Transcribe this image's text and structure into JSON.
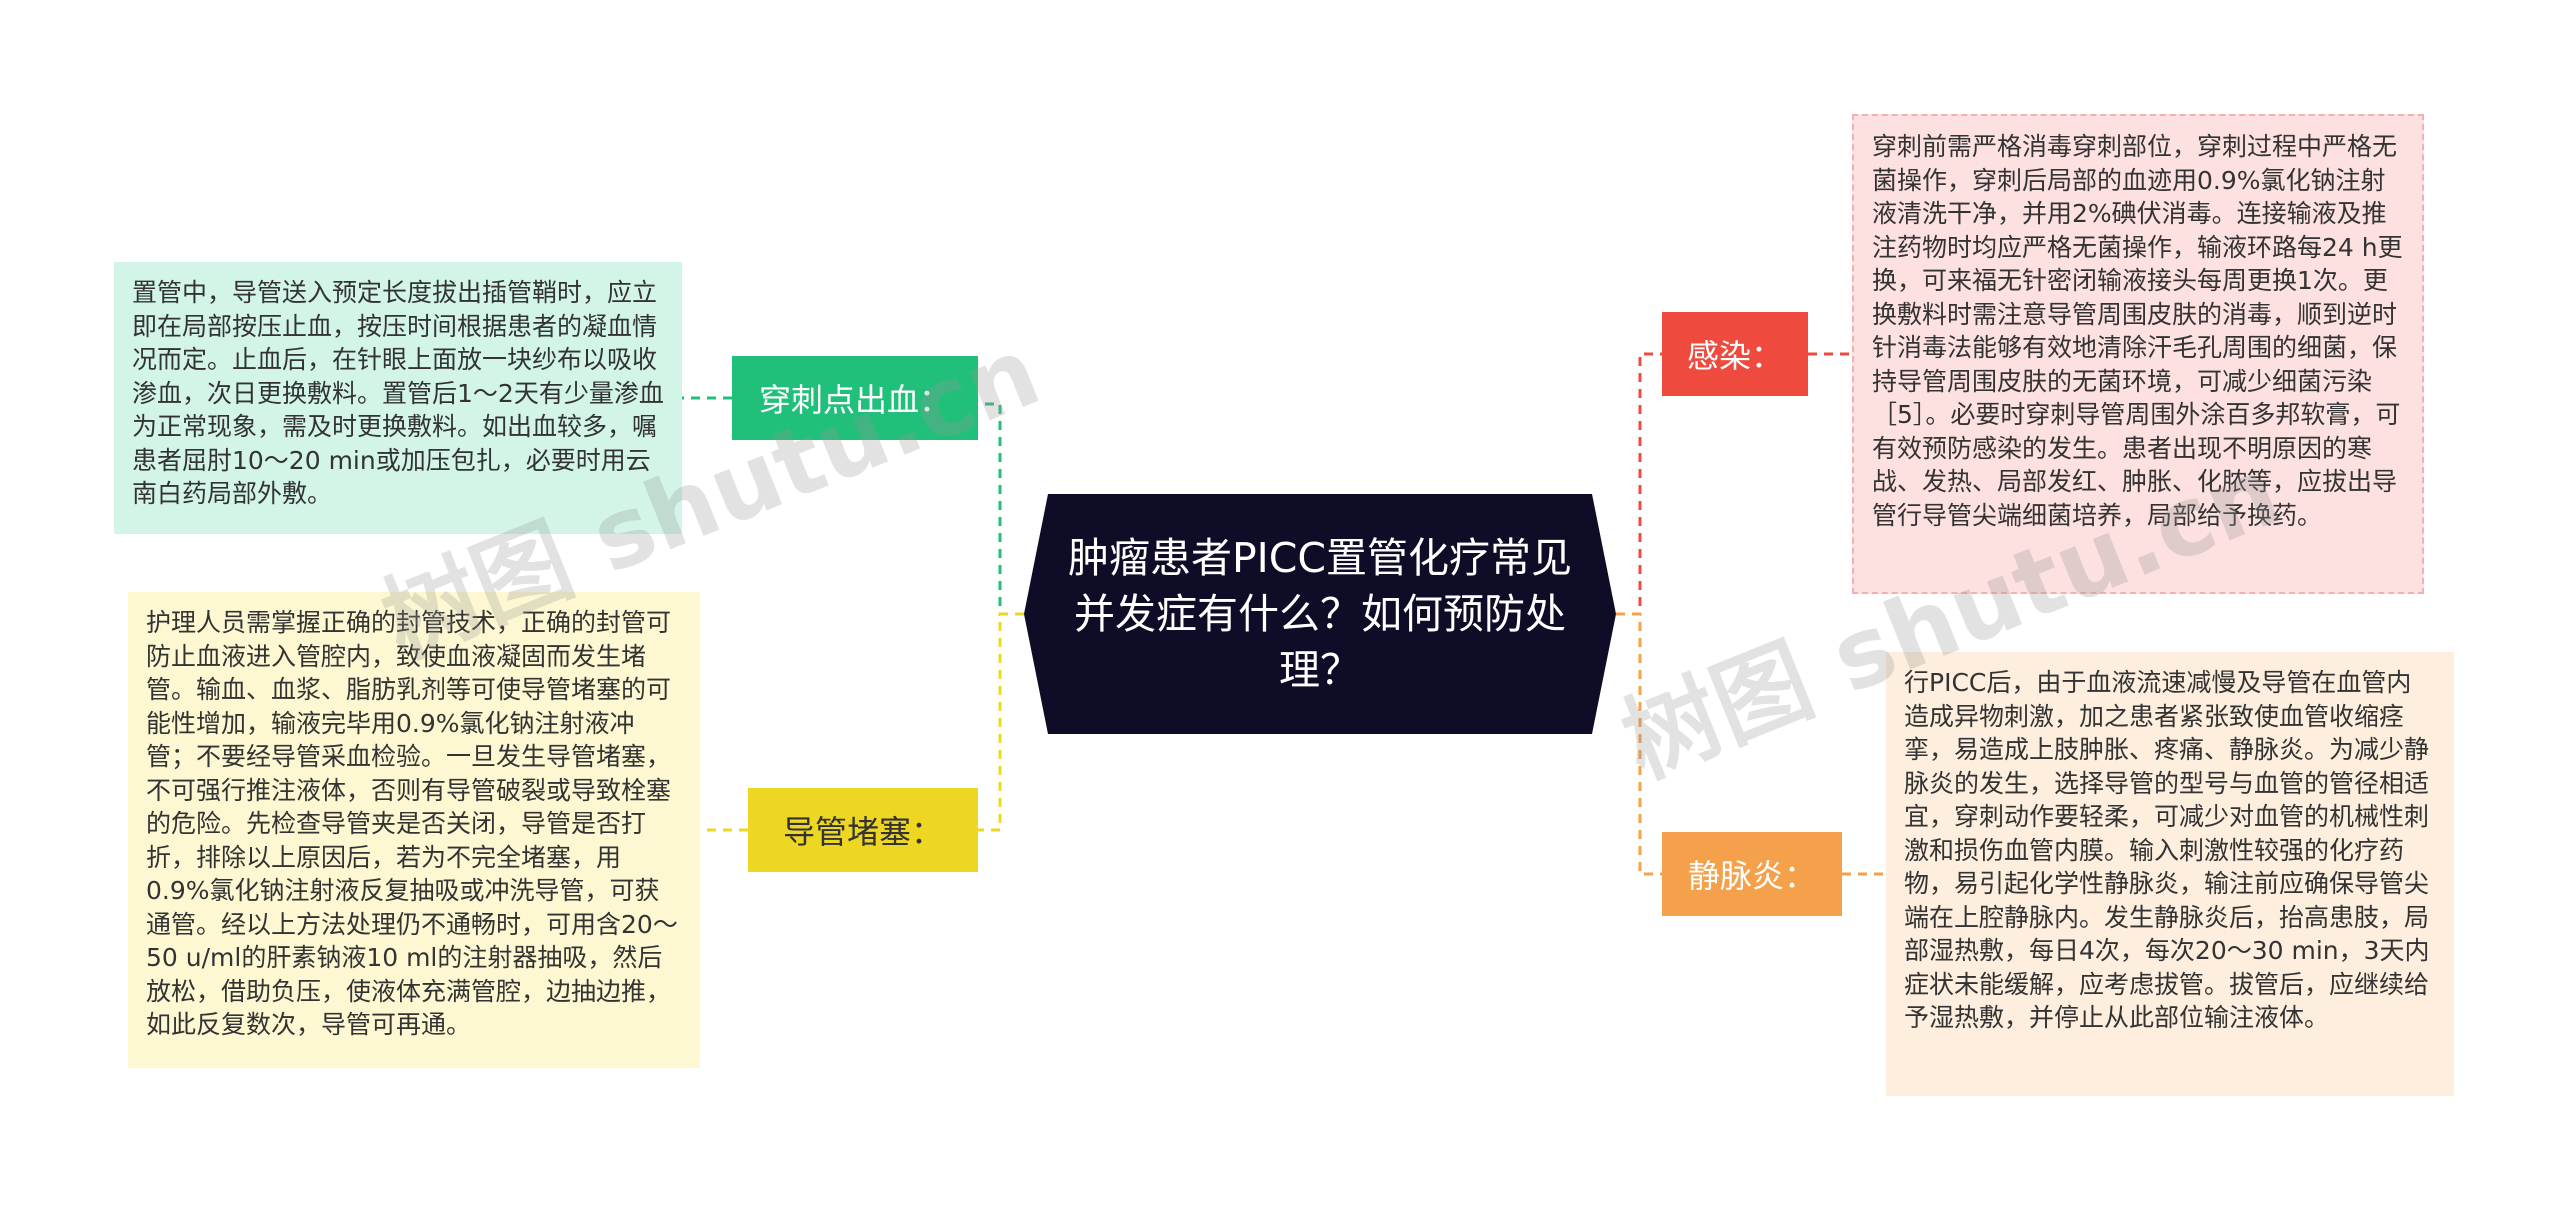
{
  "central_topic": "肿瘤患者PICC置管化疗常见并发症有什么？如何预防处理？",
  "colors": {
    "center_bg": "#0f0c27",
    "bleeding": "#21c07a",
    "blockage": "#eed722",
    "infection": "#ee4a3d",
    "phlebitis": "#f5a04a",
    "bleeding_bg": "#d2f5e8",
    "blockage_bg": "#fdf8d2",
    "infection_bg": "#fde0e0",
    "phlebitis_bg": "#fdeedd"
  },
  "branches": {
    "bleeding": {
      "label": "穿刺点出血：",
      "detail": "置管中，导管送入预定长度拔出插管鞘时，应立即在局部按压止血，按压时间根据患者的凝血情况而定。止血后，在针眼上面放一块纱布以吸收渗血，次日更换敷料。置管后1～2天有少量渗血为正常现象，需及时更换敷料。如出血较多，嘱患者屈肘10～20 min或加压包扎，必要时用云南白药局部外敷。"
    },
    "blockage": {
      "label": "导管堵塞：",
      "detail": "护理人员需掌握正确的封管技术，正确的封管可防止血液进入管腔内，致使血液凝固而发生堵管。输血、血浆、脂肪乳剂等可使导管堵塞的可能性增加，输液完毕用0.9%氯化钠注射液冲管；不要经导管采血检验。一旦发生导管堵塞，不可强行推注液体，否则有导管破裂或导致栓塞的危险。先检查导管夹是否关闭，导管是否打折，排除以上原因后，若为不完全堵塞，用0.9%氯化钠注射液反复抽吸或冲洗导管，可获通管。经以上方法处理仍不通畅时，可用含20～50 u/ml的肝素钠液10 ml的注射器抽吸，然后放松，借助负压，使液体充满管腔，边抽边推，如此反复数次，导管可再通。"
    },
    "infection": {
      "label": "感染：",
      "detail": "穿刺前需严格消毒穿刺部位，穿刺过程中严格无菌操作，穿刺后局部的血迹用0.9%氯化钠注射液清洗干净，并用2%碘伏消毒。连接输液及推注药物时均应严格无菌操作，输液环路每24 h更换，可来福无针密闭输液接头每周更换1次。更换敷料时需注意导管周围皮肤的消毒，顺到逆时针消毒法能够有效地清除汗毛孔周围的细菌，保持导管周围皮肤的无菌环境，可减少细菌污染［5］。必要时穿刺导管周围外涂百多邦软膏，可有效预防感染的发生。患者出现不明原因的寒战、发热、局部发红、肿胀、化脓等，应拔出导管行导管尖端细菌培养，局部给予换药。"
    },
    "phlebitis": {
      "label": "静脉炎：",
      "detail": "行PICC后，由于血液流速减慢及导管在血管内造成异物刺激，加之患者紧张致使血管收缩痉挛，易造成上肢肿胀、疼痛、静脉炎。为减少静脉炎的发生，选择导管的型号与血管的管径相适宜，穿刺动作要轻柔，可减少对血管的机械性刺激和损伤血管内膜。输入刺激性较强的化疗药物，易引起化学性静脉炎，输注前应确保导管尖端在上腔静脉内。发生静脉炎后，抬高患肢，局部湿热敷，每日4次，每次20～30 min，3天内症状未能缓解，应考虑拔管。拔管后，应继续给予湿热敷，并停止从此部位输注液体。"
    }
  },
  "watermark": "树图 shutu.cn"
}
